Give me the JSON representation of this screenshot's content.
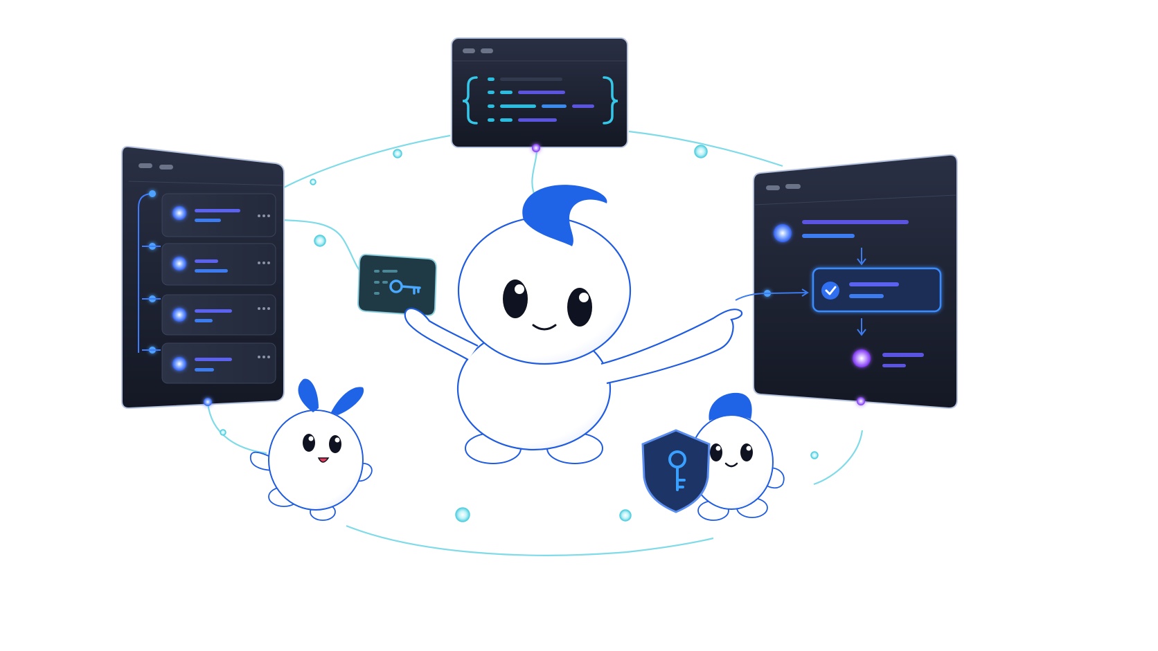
{
  "scene": {
    "colors": {
      "background": "#ffffff",
      "panel": "#1b2030",
      "panel_border": "#aab8d6",
      "network_line": "#6fd8e6",
      "accent_blue": "#1f63e6",
      "accent_indigo": "#5a54e0",
      "accent_violet": "#7b3ff0",
      "accent_cyan": "#2bbde0"
    },
    "icons": [
      "key-icon",
      "shield-key-icon",
      "check-icon",
      "json-brace-icon",
      "more-dots-icon",
      "arrow-down-icon",
      "arrow-right-icon"
    ],
    "characters": [
      "main-mascot",
      "small-mascot-left",
      "small-mascot-right"
    ],
    "panels": {
      "left": {
        "items": 4,
        "type": "list"
      },
      "top": {
        "type": "code"
      },
      "right": {
        "steps": 3,
        "type": "flow",
        "active_step": 2
      }
    }
  }
}
